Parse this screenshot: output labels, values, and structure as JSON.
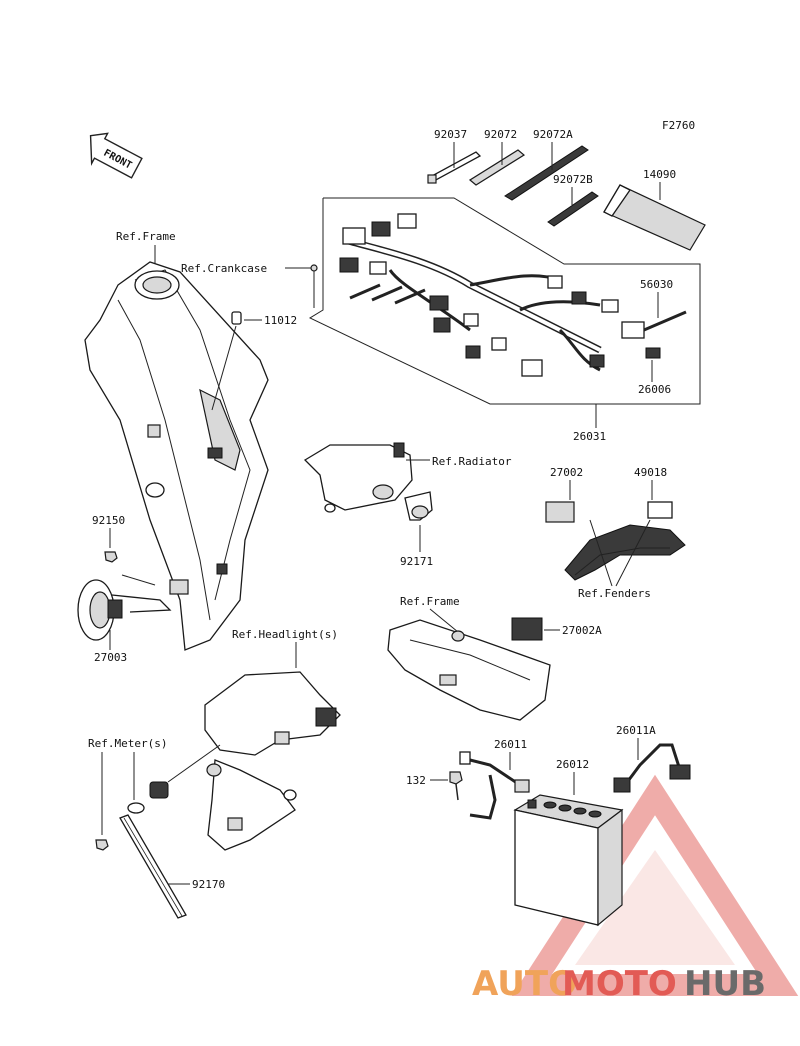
{
  "figure_code": "F2760",
  "front_marker": "FRONT",
  "labels": {
    "p92037": "92037",
    "p92072": "92072",
    "p92072A": "92072A",
    "p92072B": "92072B",
    "p14090": "14090",
    "p56030": "56030",
    "p26006": "26006",
    "p26031": "26031",
    "p11012": "11012",
    "p27002": "27002",
    "p49018": "49018",
    "p92150": "92150",
    "p92171": "92171",
    "p27003": "27003",
    "p27002A": "27002A",
    "p26011A": "26011A",
    "p26011": "26011",
    "p26012": "26012",
    "p132": "132",
    "p92170": "92170"
  },
  "references": {
    "frame": "Ref.Frame",
    "crankcase": "Ref.Crankcase",
    "radiator": "Ref.Radiator",
    "fenders": "Ref.Fenders",
    "frame2": "Ref.Frame",
    "headlight": "Ref.Headlight(s)",
    "meter": "Ref.Meter(s)"
  },
  "watermark": {
    "part1": "AUTO",
    "part2": "MOTO",
    "part3": "HUB"
  },
  "colors": {
    "watermark_orange": "#f0a35a",
    "watermark_red": "#e25b55",
    "watermark_gray": "#6a6a6a"
  }
}
